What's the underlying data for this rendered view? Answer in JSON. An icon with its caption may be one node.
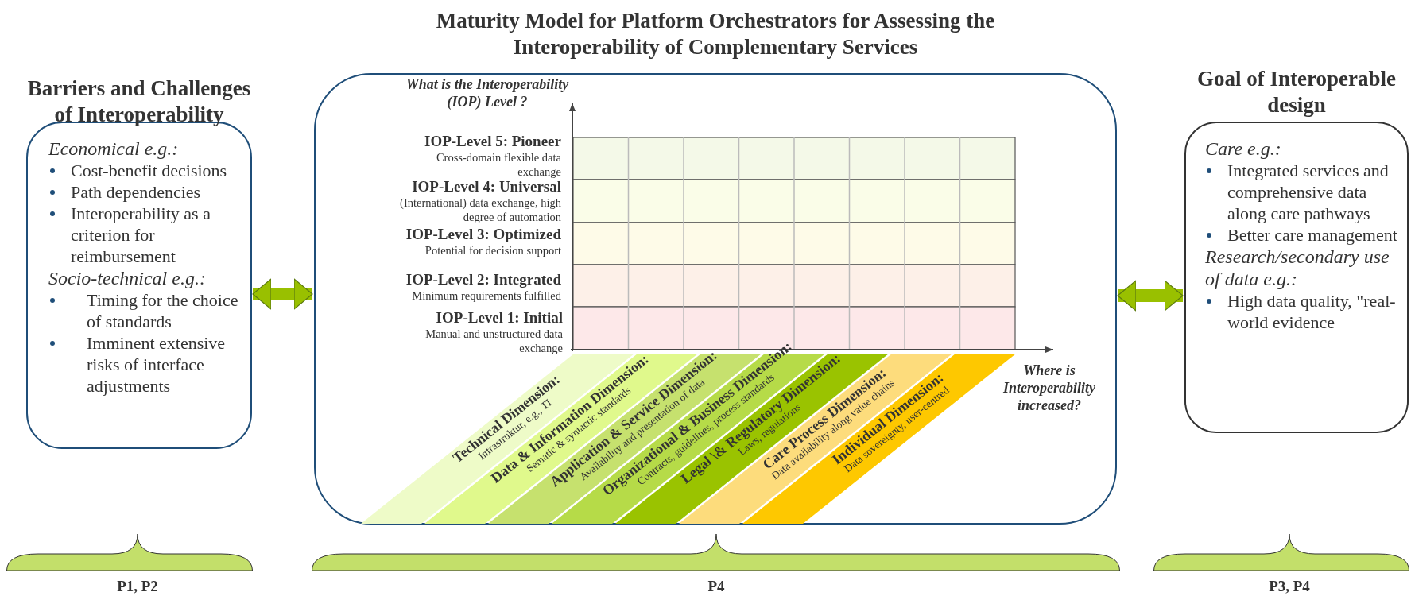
{
  "diagram": {
    "nodes": [
      {
        "text": [
          "Barriers and Challenges of Interoperability",
          "Economical e.g.:",
          "Cost-benefit decisions",
          "Path dependencies",
          "Interoperability as a criterion for reimbursement",
          "Socio-technical e.g.:",
          "Timing for the choice of standards",
          "Imminent extensive risks of interface adjustments"
        ]
      },
      {
        "text": [
          "Maturity Model for Platform Orchestrators for Assessing the Interoperability of Complementary Services"
        ]
      },
      {
        "text": [
          "Goal of Interoperable design",
          "Care e.g.:",
          "Integrated services and comprehensive data along care pathways",
          "Better care management",
          "Research/secondary use of data e.g.:",
          "High data quality, \"real-world evidence"
        ]
      },
      {
        "text": [
          "Technical Dimension:",
          "Infrastruktur, e.g., TI"
        ],
        "in": 1
      },
      {
        "text": [
          "Data & Information Dimension:",
          "Sematic & syntactic standards"
        ],
        "in": 1
      },
      {
        "text": [
          "Application & Service Dimension:",
          "Availability and presentation of data"
        ],
        "in": 1
      },
      {
        "text": [
          "Organizational & Business Dimension:",
          "Contracts, guidelines, process standards"
        ],
        "in": 1
      },
      {
        "text": [
          "Legal \\& Regulatory Dimension:",
          "Laws, regulations"
        ],
        "in": 1
      },
      {
        "text": [
          "Care Process Dimension:",
          "Data availability along value chains"
        ],
        "in": 1
      },
      {
        "text": [
          "Individual Dimension:",
          "Data sovereignty, user-centred"
        ],
        "in": 1
      },
      {
        "text": [
          "P1, P2"
        ]
      },
      {
        "text": [
          "P4"
        ]
      },
      {
        "text": [
          "P3, P4"
        ]
      }
    ],
    "edges": [
      {
        "from": 0,
        "to": 1,
        "arrow": "both"
      },
      {
        "from": 1,
        "to": 2,
        "arrow": "both"
      }
    ],
    "labels": [
      "What is the Interoperability (IOP) Level ?",
      "IOP-Level 5: Pioneer",
      "Cross-domain flexible data exchange",
      "IOP-Level 4: Universal",
      "(International) data exchange, high degree of automation",
      "IOP-Level 3: Optimized",
      "Potential for decision support",
      "IOP-Level 2: Integrated",
      "Minimum requirements fulfilled",
      "IOP-Level 1: Initial",
      "Manual and unstructured data exchange",
      "Where is Interoperability increased?"
    ]
  }
}
